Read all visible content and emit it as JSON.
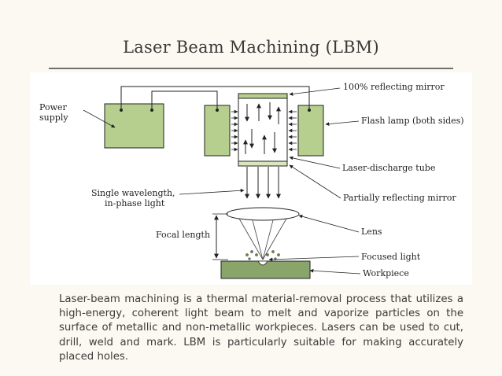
{
  "title": "Laser Beam Machining (LBM)",
  "diagram": {
    "labels": {
      "power_supply_1": "Power",
      "power_supply_2": "supply",
      "reflecting_mirror": "100% reflecting mirror",
      "flash_lamp": "Flash lamp (both sides)",
      "discharge_tube": "Laser-discharge tube",
      "single_wavelength_1": "Single wavelength,",
      "single_wavelength_2": "in-phase light",
      "partial_mirror": "Partially reflecting mirror",
      "focal_length": "Focal length",
      "lens": "Lens",
      "focused_light": "Focused light",
      "workpiece": "Workpiece"
    },
    "colors": {
      "lamp_fill": "#b6cf8e",
      "workpiece_fill": "#8aa56a",
      "line": "#222222"
    }
  },
  "description": "Laser-beam machining is a thermal material-removal process that utilizes a high-energy, coherent light beam to melt and vaporize particles on the surface of metallic and non-metallic workpieces. Lasers can be used to cut, drill, weld and mark. LBM is particularly suitable for making accurately placed holes."
}
